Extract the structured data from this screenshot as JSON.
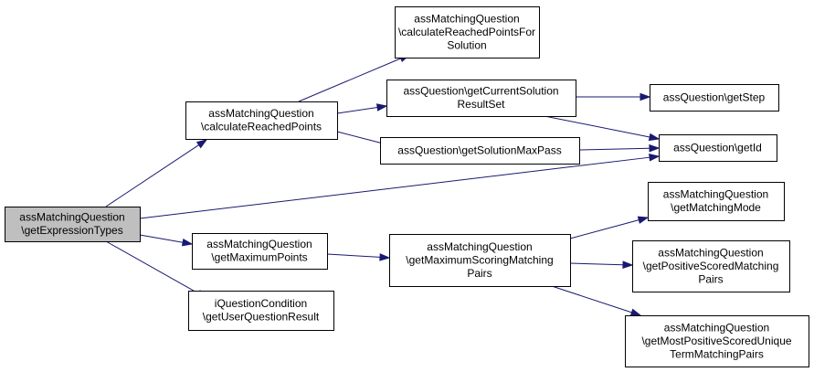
{
  "diagram": {
    "type": "call-graph",
    "nodes": [
      {
        "id": "root",
        "lines": [
          "assMatchingQuestion",
          "\\getExpressionTypes"
        ],
        "highlighted": true
      },
      {
        "id": "calcReachedPoints",
        "lines": [
          "assMatchingQuestion",
          "\\calculateReachedPoints"
        ]
      },
      {
        "id": "calcForSolution",
        "lines": [
          "assMatchingQuestion",
          "\\calculateReachedPointsFor",
          "Solution"
        ]
      },
      {
        "id": "getCurrentSolution",
        "lines": [
          "assQuestion\\getCurrentSolution",
          "ResultSet"
        ]
      },
      {
        "id": "getSolutionMaxPass",
        "lines": [
          "assQuestion\\getSolutionMaxPass"
        ]
      },
      {
        "id": "getStep",
        "lines": [
          "assQuestion\\getStep"
        ]
      },
      {
        "id": "getId",
        "lines": [
          "assQuestion\\getId"
        ]
      },
      {
        "id": "getMaximumPoints",
        "lines": [
          "assMatchingQuestion",
          "\\getMaximumPoints"
        ]
      },
      {
        "id": "getUserQuestionResult",
        "lines": [
          "iQuestionCondition",
          "\\getUserQuestionResult"
        ]
      },
      {
        "id": "getMaxScoringPairs",
        "lines": [
          "assMatchingQuestion",
          "\\getMaximumScoringMatching",
          "Pairs"
        ]
      },
      {
        "id": "getMatchingMode",
        "lines": [
          "assMatchingQuestion",
          "\\getMatchingMode"
        ]
      },
      {
        "id": "getPositiveScoredPairs",
        "lines": [
          "assMatchingQuestion",
          "\\getPositiveScoredMatching",
          "Pairs"
        ]
      },
      {
        "id": "getMostPositiveUnique",
        "lines": [
          "assMatchingQuestion",
          "\\getMostPositiveScoredUnique",
          "TermMatchingPairs"
        ]
      }
    ],
    "edges": [
      [
        "root",
        "calcReachedPoints"
      ],
      [
        "root",
        "getId"
      ],
      [
        "root",
        "getMaximumPoints"
      ],
      [
        "root",
        "getUserQuestionResult"
      ],
      [
        "calcReachedPoints",
        "calcForSolution"
      ],
      [
        "calcReachedPoints",
        "getCurrentSolution"
      ],
      [
        "calcReachedPoints",
        "getSolutionMaxPass"
      ],
      [
        "getCurrentSolution",
        "getStep"
      ],
      [
        "getCurrentSolution",
        "getId"
      ],
      [
        "getSolutionMaxPass",
        "getId"
      ],
      [
        "getMaximumPoints",
        "getMaxScoringPairs"
      ],
      [
        "getMaxScoringPairs",
        "getMatchingMode"
      ],
      [
        "getMaxScoringPairs",
        "getPositiveScoredPairs"
      ],
      [
        "getMaxScoringPairs",
        "getMostPositiveUnique"
      ]
    ],
    "colors": {
      "edge": "#191970",
      "root_fill": "#bfbfbf",
      "node_fill": "#ffffff",
      "border": "#000000"
    }
  }
}
